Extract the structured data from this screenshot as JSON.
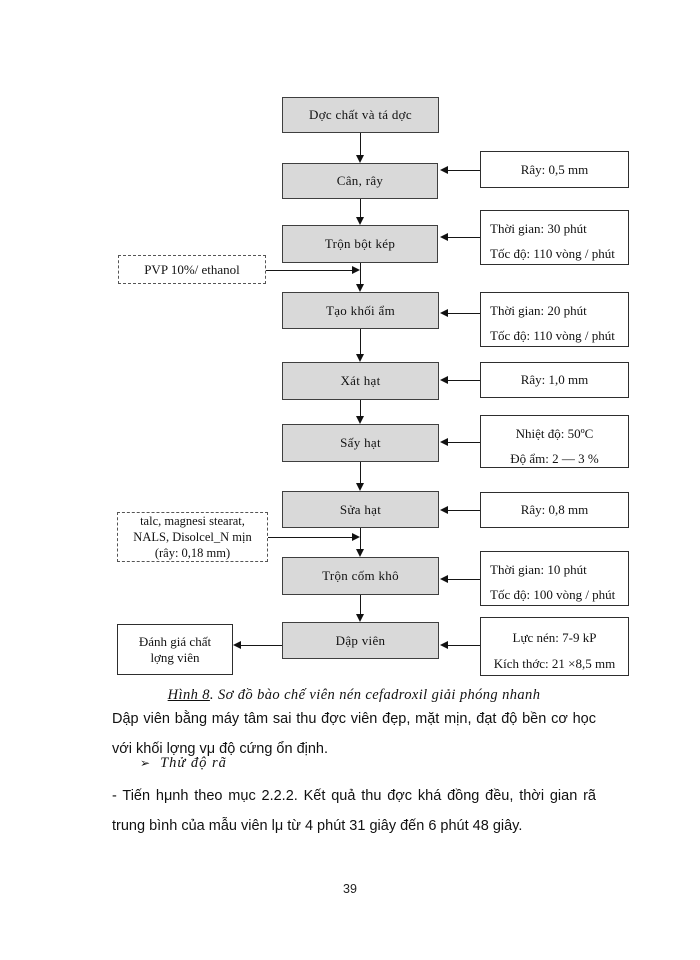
{
  "flowchart": {
    "box_fill": "#d9d9d9",
    "steps": [
      {
        "label": "Dợc chất và tá dợc"
      },
      {
        "label": "Cân, rây"
      },
      {
        "label": "Trộn bột kép"
      },
      {
        "label": "Tạo khối ẩm"
      },
      {
        "label": "Xát hạt"
      },
      {
        "label": "Sấy hạt"
      },
      {
        "label": "Sửa hạt"
      },
      {
        "label": "Trộn cốm khô"
      },
      {
        "label": "Dập viên"
      }
    ],
    "params": [
      {
        "line1": "Rây: 0,5 mm"
      },
      {
        "line1": "Thời gian: 30 phút",
        "line2": "Tốc độ: 110 vòng / phút",
        "line3_clipped": "· ′· ·  ·"
      },
      {
        "line1": "Thời gian: 20 phút",
        "line2": "Tốc độ: 110 vòng / phút"
      },
      {
        "line1": "Rây: 1,0 mm"
      },
      {
        "line1": "Nhiệt độ: 50ºC",
        "line2": "Độ ẩm: 2 — 3 %"
      },
      {
        "line1": "Rây: 0,8 mm"
      },
      {
        "line1": "Thời gian: 10 phút",
        "line2": "Tốc độ: 100 vòng / phút"
      },
      {
        "line1": "Lực nén: 7-9 kP",
        "line2": "Kích thớc:  21 ×8,5 mm"
      }
    ],
    "side_inputs": {
      "pvp": "PVP 10%/ ethanol",
      "talc_line1": "talc, magnesi stearat,",
      "talc_line2": "NALS, Disolcel_N mịn",
      "talc_line3": "(rây: 0,18 mm)",
      "eval_line1": "Đánh giá chất",
      "eval_line2": "lợng  viên"
    }
  },
  "caption": {
    "figure_label": "Hình 8",
    "text": ". Sơ đồ bào chế viên nén cefadroxil giải phóng nhanh"
  },
  "body": {
    "para1": "Dập viên bằng máy tâm sai thu đợc  viên đẹp, mặt mịn, đạt độ bền cơ học với khối lợng  vμ độ cứng ổn định.",
    "bullet_glyph": "➢",
    "bullet_text": "Thử độ rã",
    "para2": "- Tiến hμnh theo mục 2.2.2. Kết quả thu đợc  khá đồng đều, thời gian rã trung bình của mẫu viên lμ từ 4 phút 31 giây đến 6 phút 48 giây."
  },
  "page": {
    "number": "39"
  }
}
